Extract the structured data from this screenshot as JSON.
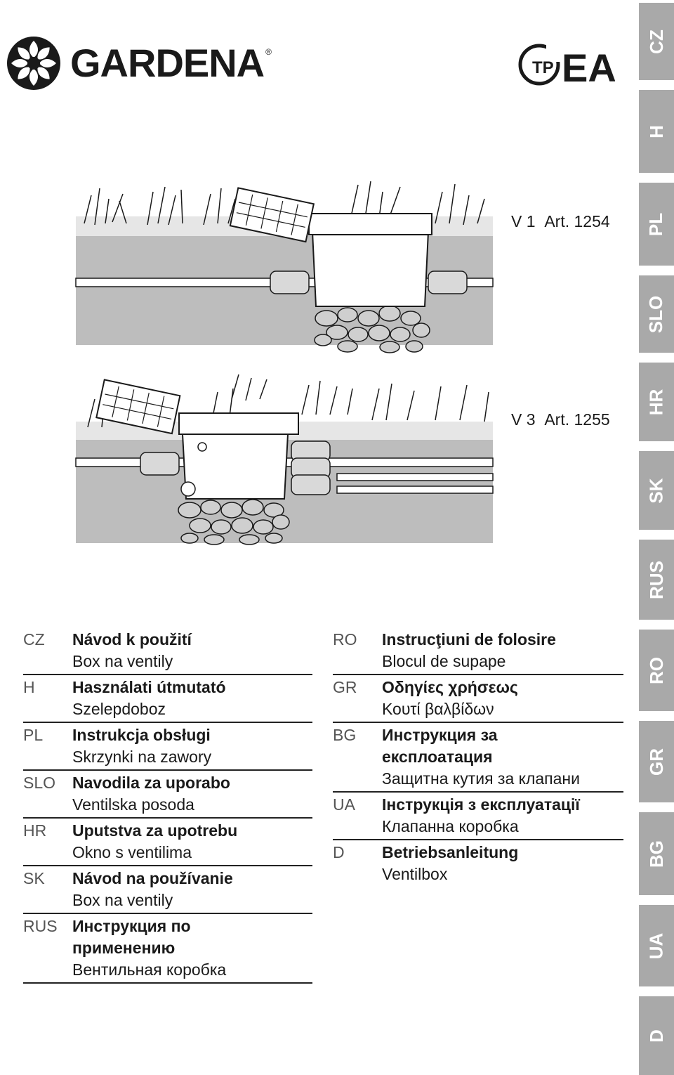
{
  "brand": {
    "name": "GARDENA",
    "registered": "®"
  },
  "certification": {
    "label": "EAC"
  },
  "products": [
    {
      "version": "V 1",
      "article": "Art. 1254"
    },
    {
      "version": "V 3",
      "article": "Art. 1255"
    }
  ],
  "language_tabs": [
    "CZ",
    "H",
    "PL",
    "SLO",
    "HR",
    "SK",
    "RUS",
    "RO",
    "GR",
    "BG",
    "UA",
    "D"
  ],
  "left_column": [
    {
      "code": "CZ",
      "title": "Návod k použití",
      "subtitle": "Box na ventily"
    },
    {
      "code": "H",
      "title": "Használati útmutató",
      "subtitle": "Szelepdoboz"
    },
    {
      "code": "PL",
      "title": "Instrukcja obsługi",
      "subtitle": "Skrzynki na zawory"
    },
    {
      "code": "SLO",
      "title": "Navodila za uporabo",
      "subtitle": "Ventilska posoda"
    },
    {
      "code": "HR",
      "title": "Uputstva za upotrebu",
      "subtitle": "Okno s ventilima"
    },
    {
      "code": "SK",
      "title": "Návod na používanie",
      "subtitle": "Box na ventily"
    },
    {
      "code": "RUS",
      "title": "Инструкция по применению",
      "subtitle": "Вентильная коробка"
    }
  ],
  "right_column": [
    {
      "code": "RO",
      "title": "Instrucţiuni de folosire",
      "subtitle": "Blocul de supape"
    },
    {
      "code": "GR",
      "title": "Οδηγίες χρήσεως",
      "subtitle": "Κουτί βαλβίδων"
    },
    {
      "code": "BG",
      "title": "Инструкция за експлоатация",
      "subtitle": "Защитна кутия за клапани"
    },
    {
      "code": "UA",
      "title": "Інструкція з експлуатації",
      "subtitle": "Клапанна коробка"
    },
    {
      "code": "D",
      "title": "Betriebsanleitung",
      "subtitle": "Ventilbox"
    }
  ]
}
